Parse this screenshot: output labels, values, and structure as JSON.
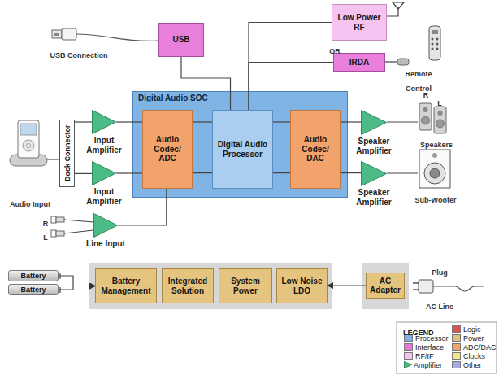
{
  "diagram": {
    "nodes": [
      {
        "text": [
          "USB"
        ]
      },
      {
        "text": [
          "Low Power RF"
        ]
      },
      {
        "text": [
          "IRDA"
        ]
      },
      {
        "text": [
          "Digital Audio SOC"
        ]
      },
      {
        "text": [
          "Audio Codec/ ADC"
        ],
        "in": 3
      },
      {
        "text": [
          "Digital Audio Processor"
        ],
        "in": 3
      },
      {
        "text": [
          "Audio Codec/ DAC"
        ],
        "in": 3
      },
      {
        "text": [
          "Dock Connector"
        ]
      },
      {
        "text": [
          "Input Amplifier"
        ]
      },
      {
        "text": [
          "Input Amplifier"
        ]
      },
      {
        "text": [
          "Line Input"
        ]
      },
      {
        "text": [
          "Speaker Amplifier"
        ]
      },
      {
        "text": [
          "Speaker Amplifier"
        ]
      },
      {
        "text": [
          "Battery"
        ]
      },
      {
        "text": [
          "Battery"
        ]
      },
      {
        "text": [
          "Battery Management"
        ]
      },
      {
        "text": [
          "Integrated Solution"
        ]
      },
      {
        "text": [
          "System Power"
        ]
      },
      {
        "text": [
          "Low Noise LDO"
        ]
      },
      {
        "text": [
          "AC Adapter"
        ]
      }
    ],
    "edges": [
      {
        "from": 0,
        "to": 5,
        "arrow": "none"
      },
      {
        "from": 1,
        "to": 5,
        "arrow": "none"
      },
      {
        "from": 2,
        "to": 5,
        "arrow": "none"
      },
      {
        "from": 7,
        "to": 8,
        "arrow": "none"
      },
      {
        "from": 7,
        "to": 9,
        "arrow": "none"
      },
      {
        "from": 8,
        "to": 4,
        "arrow": "none"
      },
      {
        "from": 9,
        "to": 4,
        "arrow": "none"
      },
      {
        "from": 10,
        "to": 4,
        "arrow": "none"
      },
      {
        "from": 4,
        "to": 5,
        "arrow": "none"
      },
      {
        "from": 4,
        "to": 5,
        "arrow": "none"
      },
      {
        "from": 5,
        "to": 6,
        "arrow": "none"
      },
      {
        "from": 5,
        "to": 6,
        "arrow": "none"
      },
      {
        "from": 6,
        "to": 11,
        "arrow": "none"
      },
      {
        "from": 6,
        "to": 12,
        "arrow": "none"
      },
      {
        "from": 13,
        "to": 15,
        "arrow": "to"
      },
      {
        "from": 14,
        "to": 15,
        "arrow": "to"
      },
      {
        "from": 19,
        "to": 18,
        "arrow": "to"
      }
    ],
    "labels": [
      "USB Connection",
      "OR",
      "Remote Control",
      "R",
      "L",
      "Speakers",
      "Sub-Woofer",
      "Audio Input",
      "R",
      "L",
      "Plug",
      "AC Line",
      "LEGEND"
    ],
    "legend": [
      {
        "text": "Processor",
        "color": "#7fb2e3"
      },
      {
        "text": "Interface",
        "color": "#e679d8"
      },
      {
        "text": "RF/IF",
        "color": "#f5c2ef"
      },
      {
        "text": "Amplifier"
      },
      {
        "text": "Logic",
        "color": "#e0524f"
      },
      {
        "text": "Power",
        "color": "#e2c07c"
      },
      {
        "text": "ADC/DAC",
        "color": "#f2a26b"
      },
      {
        "text": "Clocks",
        "color": "#f3e58a"
      },
      {
        "text": "Other",
        "color": "#a8a8e6"
      }
    ]
  }
}
